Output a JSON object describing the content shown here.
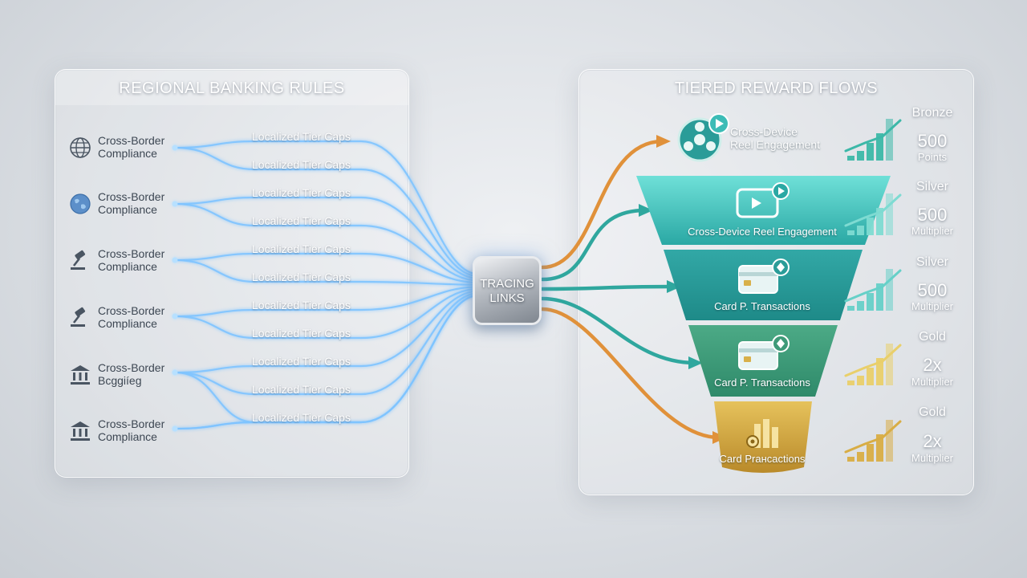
{
  "left_panel": {
    "title": "REGIONAL BANKING RULES",
    "rules": [
      {
        "icon": "globe-icon",
        "line1": "Cross-Border",
        "line2": "Compliance"
      },
      {
        "icon": "globe-icon",
        "line1": "Cross-Border",
        "line2": "Compliance"
      },
      {
        "icon": "gavel-icon",
        "line1": "Cross-Border",
        "line2": "Compliance"
      },
      {
        "icon": "gavel-icon",
        "line1": "Cross-Border",
        "line2": "Compliance"
      },
      {
        "icon": "bank-icon",
        "line1": "Cross-Border",
        "line2": "Bcggiíeg"
      },
      {
        "icon": "bank-icon",
        "line1": "Cross-Border",
        "line2": "Compliance"
      }
    ],
    "caps": [
      "Localized Tier Caps",
      "Localized Tier Caps",
      "Localized Tier Caps",
      "Localized Tier Caps",
      "Localized Tier Caps",
      "Localized Tier Caps",
      "Localized Tier Caps",
      "Localized Tier Caps",
      "Localized Tier Caps",
      "Localized Tier Caps",
      "Localized Tier Caps"
    ]
  },
  "hub": {
    "line1": "TRACING",
    "line2": "LINKS"
  },
  "right_panel": {
    "title": "TIERED REWARD FLOWS",
    "stages": [
      {
        "icon": "reel-icon",
        "line1": "Cross-Device",
        "line2": "Reel Engagement",
        "color": "#4fb8b4"
      },
      {
        "icon": "video-icon",
        "line1": "Cross-Device Reel Engagement",
        "color": "#3cbcb6"
      },
      {
        "icon": "card-icon",
        "line1": "Card P. Transactions",
        "color": "#2a9c98"
      },
      {
        "icon": "card-icon",
        "line1": "Card P. Transactions",
        "color": "#3e9a78"
      },
      {
        "icon": "coins-icon",
        "line1": "Card Prансactions",
        "color": "#d0a640"
      }
    ],
    "tiers": [
      {
        "name": "Bronze",
        "value": "500",
        "unit": "Points",
        "color": "#3cb8a8"
      },
      {
        "name": "Silver",
        "value": "500",
        "unit": "Multiplier",
        "color": "#7edbd2"
      },
      {
        "name": "Silver",
        "value": "500",
        "unit": "Multiplier",
        "color": "#66d0c8"
      },
      {
        "name": "Gold",
        "value": "2x",
        "unit": "Multiplier",
        "color": "#e9cf6a"
      },
      {
        "name": "Gold",
        "value": "2x",
        "unit": "Multiplier",
        "color": "#d8ad45"
      }
    ]
  },
  "colors": {
    "wire_blue": "#7fc4ff",
    "wire_orange": "#e0913a",
    "wire_teal": "#2fa79e"
  }
}
